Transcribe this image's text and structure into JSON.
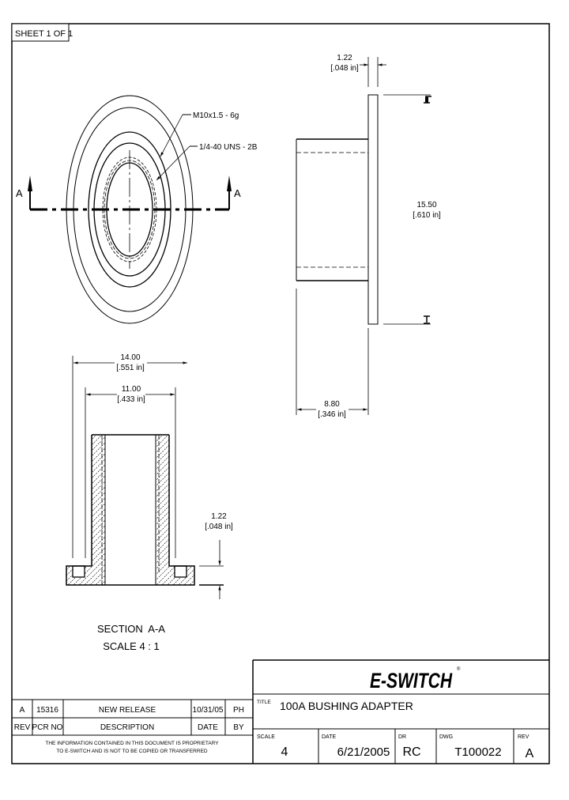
{
  "sheet": {
    "label": "SHEET 1 OF 1"
  },
  "front_view": {
    "callouts": [
      {
        "text": "M10x1.5 - 6g"
      },
      {
        "text": "1/4-40 UNS - 2B"
      }
    ],
    "section_marker_left": "A",
    "section_marker_right": "A"
  },
  "side_view": {
    "dim_flange_thickness": {
      "mm": "1.22",
      "in": "[.048 in]"
    },
    "dim_flange_diameter": {
      "mm": "15.50",
      "in": "[.610 in]"
    },
    "dim_body_length": {
      "mm": "8.80",
      "in": "[.346 in]"
    }
  },
  "section_view": {
    "dim_outer": {
      "mm": "14.00",
      "in": "[.551 in]"
    },
    "dim_inner": {
      "mm": "11.00",
      "in": "[.433 in]"
    },
    "dim_flange": {
      "mm": "1.22",
      "in": "[.048 in]"
    },
    "title": "SECTION  A-A",
    "scale": "SCALE 4 : 1"
  },
  "revision_block": {
    "row": {
      "rev": "A",
      "pcr_no": "15316",
      "description": "NEW RELEASE",
      "date": "10/31/05",
      "by": "PH"
    },
    "headers": {
      "rev": "REV",
      "pcr_no": "PCR NO",
      "description": "DESCRIPTION",
      "date": "DATE",
      "by": "BY"
    },
    "notice_line1": "THE INFORMATION CONTAINED IN THIS DOCUMENT IS PROPRIETARY",
    "notice_line2": "TO E-SWITCH AND IS NOT TO BE COPIED OR TRANSFERRED"
  },
  "title_block": {
    "logo": "E-SWITCH",
    "logo_mark": "®",
    "title_label": "TITLE",
    "title": "100A BUSHING ADAPTER",
    "scale_label": "SCALE",
    "scale": "4",
    "date_label": "DATE",
    "date": "6/21/2005",
    "dr_label": "DR",
    "dr": "RC",
    "dwg_label": "DWG",
    "dwg": "T100022",
    "rev_label": "REV",
    "rev": "A"
  }
}
